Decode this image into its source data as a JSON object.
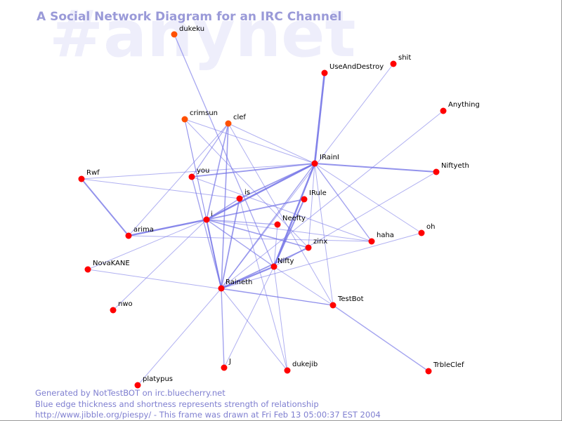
{
  "watermark": "#anynet",
  "title": "A Social Network Diagram for an IRC Channel",
  "footer": {
    "line1": "Generated by NotTestBOT on irc.bluecherry.net",
    "line2": "Blue edge thickness and shortness represents strength of relationship",
    "line3": "http://www.jibble.org/piespy/ - This frame was drawn at Fri Feb 13 05:00:37 EST 2004"
  },
  "colors": {
    "node": "#ff0000",
    "node_highlight": "#ff5000",
    "edge": "#6f6fe6",
    "title": "#9a9ad8",
    "footer": "#7f7fd0",
    "watermark": "#eeeefb"
  },
  "nodes": [
    {
      "id": "dukeku",
      "label": "dukeku",
      "highlight": true
    },
    {
      "id": "UseAndDestroy",
      "label": "UseAndDestroy"
    },
    {
      "id": "shit",
      "label": "shit"
    },
    {
      "id": "Anything",
      "label": "Anything"
    },
    {
      "id": "crimsun",
      "label": "crimsun",
      "highlight": true
    },
    {
      "id": "clef",
      "label": "clef",
      "highlight": true
    },
    {
      "id": "IRainI",
      "label": "IRainI"
    },
    {
      "id": "Rwf",
      "label": "Rwf"
    },
    {
      "id": "you",
      "label": "you"
    },
    {
      "id": "Niftyeth",
      "label": "Niftyeth"
    },
    {
      "id": "is",
      "label": "is"
    },
    {
      "id": "IRule",
      "label": "IRule"
    },
    {
      "id": "i",
      "label": "i"
    },
    {
      "id": "Neefty",
      "label": "Neefty"
    },
    {
      "id": "oh",
      "label": "oh"
    },
    {
      "id": "haha",
      "label": "haha"
    },
    {
      "id": "arima",
      "label": "arima"
    },
    {
      "id": "zinx",
      "label": "zinx"
    },
    {
      "id": "Nifty",
      "label": "Nifty"
    },
    {
      "id": "NovaKANE",
      "label": "NovaKANE"
    },
    {
      "id": "Raineth",
      "label": "Raineth"
    },
    {
      "id": "TestBot",
      "label": "TestBot"
    },
    {
      "id": "nwo",
      "label": "nwo"
    },
    {
      "id": "J",
      "label": "J"
    },
    {
      "id": "dukejib",
      "label": "dukejib"
    },
    {
      "id": "TrbleClef",
      "label": "TrbleClef"
    },
    {
      "id": "platypus",
      "label": "platypus"
    }
  ],
  "edges": [
    {
      "a": "dukeku",
      "b": "Nifty",
      "w": 1.3
    },
    {
      "a": "UseAndDestroy",
      "b": "IRainI",
      "w": 2.6
    },
    {
      "a": "shit",
      "b": "Raineth",
      "w": 1.0
    },
    {
      "a": "Anything",
      "b": "Raineth",
      "w": 1.0
    },
    {
      "a": "crimsun",
      "b": "IRainI",
      "w": 1.0
    },
    {
      "a": "crimsun",
      "b": "i",
      "w": 1.0
    },
    {
      "a": "crimsun",
      "b": "Raineth",
      "w": 1.0
    },
    {
      "a": "crimsun",
      "b": "zinx",
      "w": 1.0
    },
    {
      "a": "clef",
      "b": "IRainI",
      "w": 1.0
    },
    {
      "a": "clef",
      "b": "you",
      "w": 1.2
    },
    {
      "a": "clef",
      "b": "i",
      "w": 1.6
    },
    {
      "a": "clef",
      "b": "Raineth",
      "w": 1.6
    },
    {
      "a": "clef",
      "b": "TestBot",
      "w": 1.0
    },
    {
      "a": "clef",
      "b": "arima",
      "w": 1.0
    },
    {
      "a": "IRainI",
      "b": "Niftyeth",
      "w": 2.0
    },
    {
      "a": "IRainI",
      "b": "you",
      "w": 1.8
    },
    {
      "a": "IRainI",
      "b": "is",
      "w": 1.8
    },
    {
      "a": "IRainI",
      "b": "i",
      "w": 2.4
    },
    {
      "a": "IRainI",
      "b": "Nifty",
      "w": 2.4
    },
    {
      "a": "IRainI",
      "b": "haha",
      "w": 1.4
    },
    {
      "a": "IRainI",
      "b": "oh",
      "w": 1.0
    },
    {
      "a": "IRainI",
      "b": "Raineth",
      "w": 1.4
    },
    {
      "a": "IRainI",
      "b": "Rwf",
      "w": 1.0
    },
    {
      "a": "IRainI",
      "b": "TestBot",
      "w": 1.0
    },
    {
      "a": "IRainI",
      "b": "zinx",
      "w": 1.0
    },
    {
      "a": "Rwf",
      "b": "arima",
      "w": 2.0
    },
    {
      "a": "Rwf",
      "b": "is",
      "w": 1.0
    },
    {
      "a": "you",
      "b": "Raineth",
      "w": 1.4
    },
    {
      "a": "you",
      "b": "haha",
      "w": 1.0
    },
    {
      "a": "is",
      "b": "i",
      "w": 1.4
    },
    {
      "a": "is",
      "b": "Raineth",
      "w": 1.8
    },
    {
      "a": "is",
      "b": "dukejib",
      "w": 1.0
    },
    {
      "a": "IRule",
      "b": "i",
      "w": 1.8
    },
    {
      "a": "IRule",
      "b": "Nifty",
      "w": 2.0
    },
    {
      "a": "i",
      "b": "arima",
      "w": 2.4
    },
    {
      "a": "i",
      "b": "Raineth",
      "w": 2.0
    },
    {
      "a": "i",
      "b": "zinx",
      "w": 1.6
    },
    {
      "a": "i",
      "b": "Neefty",
      "w": 1.2
    },
    {
      "a": "i",
      "b": "haha",
      "w": 1.0
    },
    {
      "a": "i",
      "b": "NovaKANE",
      "w": 1.0
    },
    {
      "a": "i",
      "b": "nwo",
      "w": 1.0
    },
    {
      "a": "i",
      "b": "Nifty",
      "w": 1.4
    },
    {
      "a": "Neefty",
      "b": "Nifty",
      "w": 1.0
    },
    {
      "a": "oh",
      "b": "Raineth",
      "w": 1.0
    },
    {
      "a": "Niftyeth",
      "b": "Nifty",
      "w": 1.0
    },
    {
      "a": "haha",
      "b": "arima",
      "w": 1.0
    },
    {
      "a": "zinx",
      "b": "Raineth",
      "w": 1.8
    },
    {
      "a": "Nifty",
      "b": "Raineth",
      "w": 2.2
    },
    {
      "a": "Nifty",
      "b": "TestBot",
      "w": 1.0
    },
    {
      "a": "Nifty",
      "b": "J",
      "w": 1.0
    },
    {
      "a": "Nifty",
      "b": "dukejib",
      "w": 1.0
    },
    {
      "a": "NovaKANE",
      "b": "TestBot",
      "w": 1.0
    },
    {
      "a": "Raineth",
      "b": "J",
      "w": 1.4
    },
    {
      "a": "Raineth",
      "b": "TestBot",
      "w": 1.2
    },
    {
      "a": "Raineth",
      "b": "dukejib",
      "w": 1.0
    },
    {
      "a": "Raineth",
      "b": "platypus",
      "w": 1.0
    },
    {
      "a": "TestBot",
      "b": "TrbleClef",
      "w": 1.4
    }
  ]
}
